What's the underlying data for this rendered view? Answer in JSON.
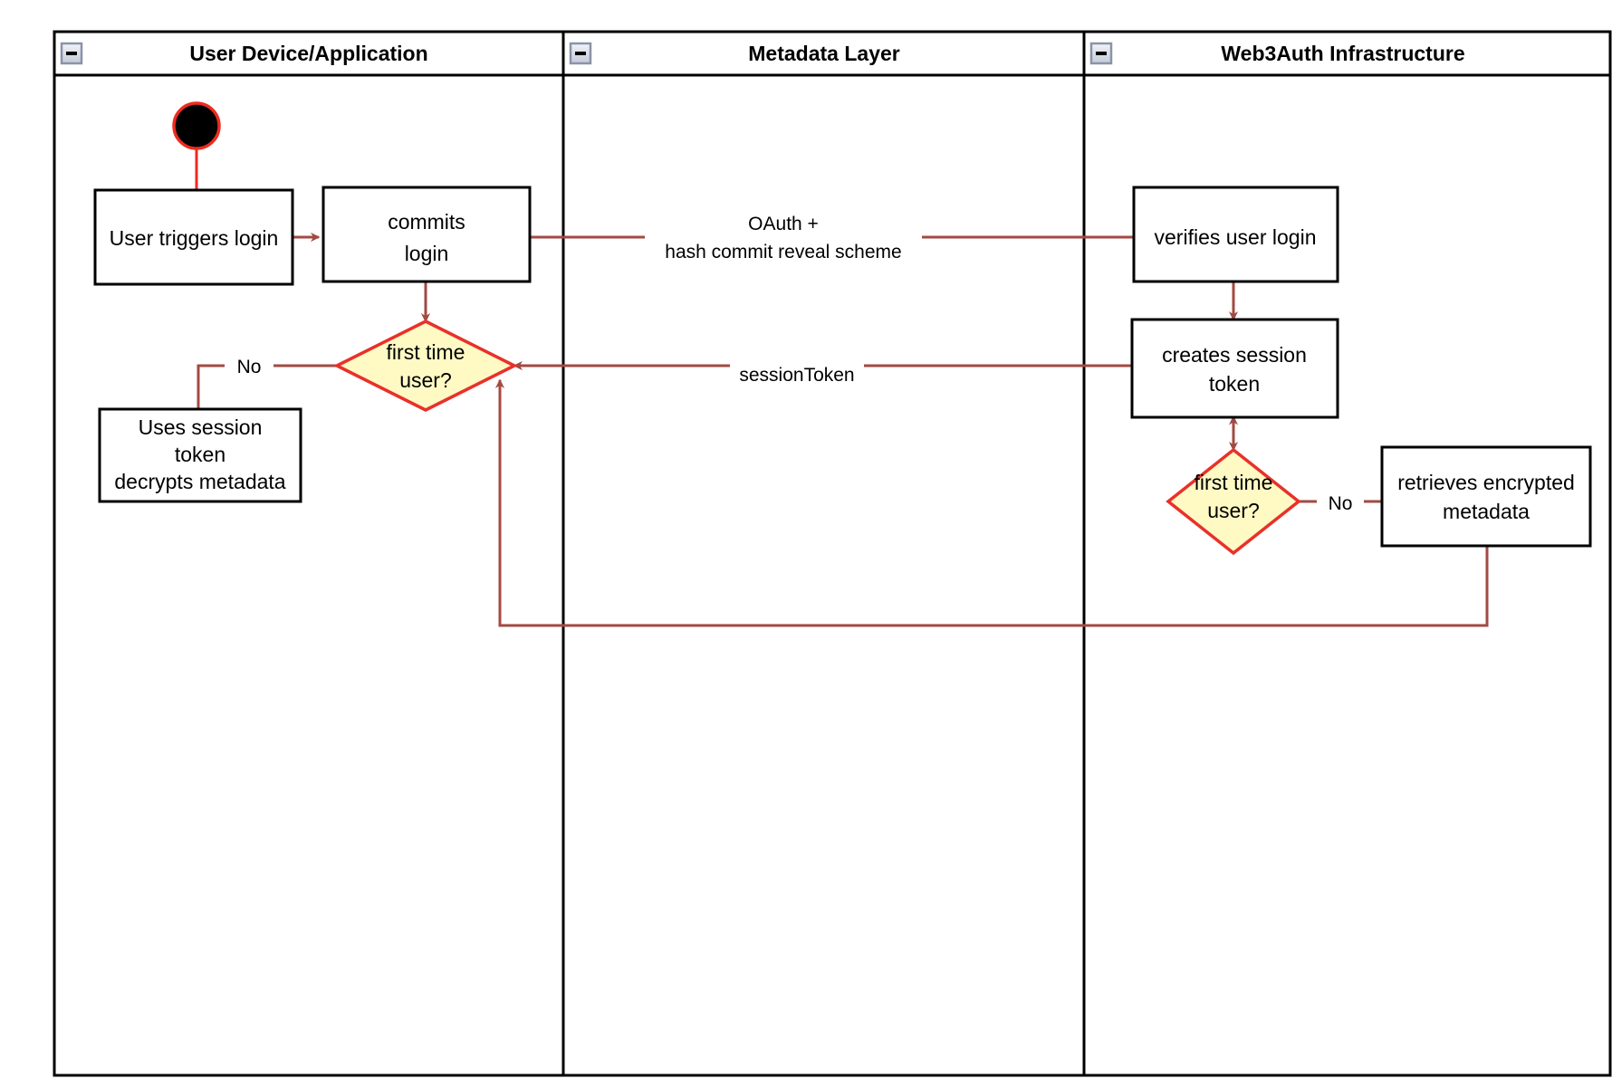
{
  "diagram": {
    "type": "uml-activity-swimlane",
    "background_color": "#ffffff",
    "colors": {
      "lane_border": "#000000",
      "node_border": "#000000",
      "node_fill": "#ffffff",
      "decision_fill": "#fff9c4",
      "decision_border": "#e8312a",
      "edge": "#a24a43",
      "start_fill": "#000000",
      "start_border": "#ed2b1f",
      "collapse_icon_fill": "#d4d9e3",
      "collapse_icon_border": "#8b93a8",
      "collapse_icon_glyph": "#000000"
    },
    "lanes": [
      {
        "id": "lane-user",
        "title": "User Device/Application",
        "collapse_icon": "minus-box-icon"
      },
      {
        "id": "lane-metadata",
        "title": "Metadata Layer",
        "collapse_icon": "minus-box-icon"
      },
      {
        "id": "lane-web3auth",
        "title": "Web3Auth Infrastructure",
        "collapse_icon": "minus-box-icon"
      }
    ],
    "nodes": [
      {
        "id": "start",
        "kind": "initial-node",
        "lane": "lane-user",
        "label": ""
      },
      {
        "id": "user-triggers-login",
        "kind": "activity",
        "lane": "lane-user",
        "lines": [
          "User triggers login"
        ]
      },
      {
        "id": "commits-login",
        "kind": "activity",
        "lane": "lane-user",
        "lines": [
          "commits",
          "login"
        ]
      },
      {
        "id": "first-time-user-left",
        "kind": "decision",
        "lane": "lane-user",
        "lines": [
          "first time",
          "user?"
        ]
      },
      {
        "id": "uses-session-token",
        "kind": "activity",
        "lane": "lane-user",
        "lines": [
          "Uses session",
          "token",
          "decrypts metadata"
        ]
      },
      {
        "id": "verifies-user-login",
        "kind": "activity",
        "lane": "lane-web3auth",
        "lines": [
          "verifies user login"
        ]
      },
      {
        "id": "creates-session-token",
        "kind": "activity",
        "lane": "lane-web3auth",
        "lines": [
          "creates session",
          "token"
        ]
      },
      {
        "id": "first-time-user-right",
        "kind": "decision",
        "lane": "lane-web3auth",
        "lines": [
          "first time",
          "user?"
        ]
      },
      {
        "id": "retrieves-encrypted-metadata",
        "kind": "activity",
        "lane": "lane-web3auth",
        "lines": [
          "retrieves encrypted",
          "metadata"
        ]
      }
    ],
    "edges": [
      {
        "id": "edge-start-to-trigger",
        "from": "start",
        "to": "user-triggers-login",
        "label": ""
      },
      {
        "id": "edge-trigger-to-commits",
        "from": "user-triggers-login",
        "to": "commits-login",
        "label": ""
      },
      {
        "id": "edge-commits-to-decision",
        "from": "commits-login",
        "to": "first-time-user-left",
        "label": ""
      },
      {
        "id": "edge-commits-to-verifies",
        "from": "commits-login",
        "to": "verifies-user-login",
        "label_lines": [
          "OAuth +",
          "hash commit reveal scheme"
        ]
      },
      {
        "id": "edge-decision-no-left",
        "from": "first-time-user-left",
        "to": "uses-session-token",
        "label": "No"
      },
      {
        "id": "edge-verifies-to-creates",
        "from": "verifies-user-login",
        "to": "creates-session-token",
        "label": ""
      },
      {
        "id": "edge-creates-to-decision-left",
        "from": "creates-session-token",
        "to": "first-time-user-left",
        "label_lines": [
          "sessionToken"
        ]
      },
      {
        "id": "edge-creates-to-decision-right",
        "from": "creates-session-token",
        "to": "first-time-user-right",
        "label": ""
      },
      {
        "id": "edge-decision-right-no",
        "from": "first-time-user-right",
        "to": "retrieves-encrypted-metadata",
        "label": "No"
      },
      {
        "id": "edge-retrieves-loopback",
        "from": "retrieves-encrypted-metadata",
        "to": "first-time-user-left",
        "label": ""
      }
    ]
  }
}
